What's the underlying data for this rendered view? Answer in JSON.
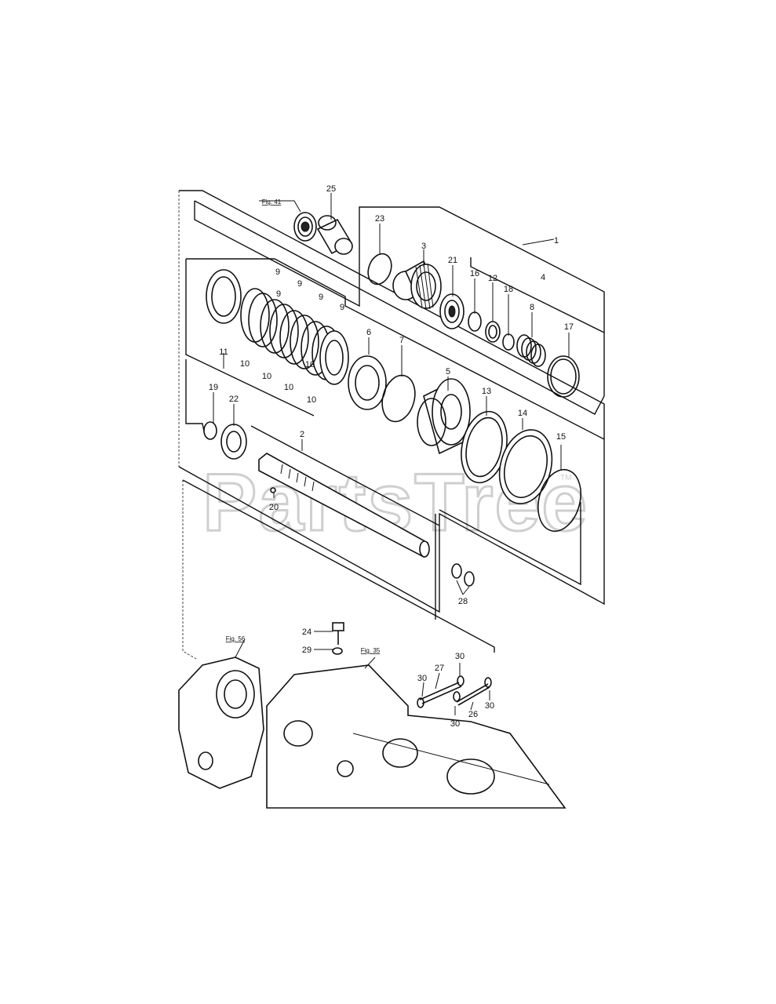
{
  "watermark": {
    "text": "PartsTree",
    "trademark": "TM"
  },
  "figure_refs": [
    "Fig. 41",
    "Fig. 56",
    "Fig. 35"
  ],
  "callouts": [
    "1",
    "2",
    "3",
    "4",
    "5",
    "6",
    "7",
    "8",
    "9",
    "9",
    "9",
    "9",
    "9",
    "10",
    "10",
    "10",
    "10",
    "10",
    "11",
    "12",
    "13",
    "14",
    "15",
    "16",
    "17",
    "18",
    "19",
    "20",
    "21",
    "22",
    "23",
    "24",
    "25",
    "26",
    "27",
    "28",
    "29",
    "30",
    "30",
    "30",
    "30"
  ]
}
